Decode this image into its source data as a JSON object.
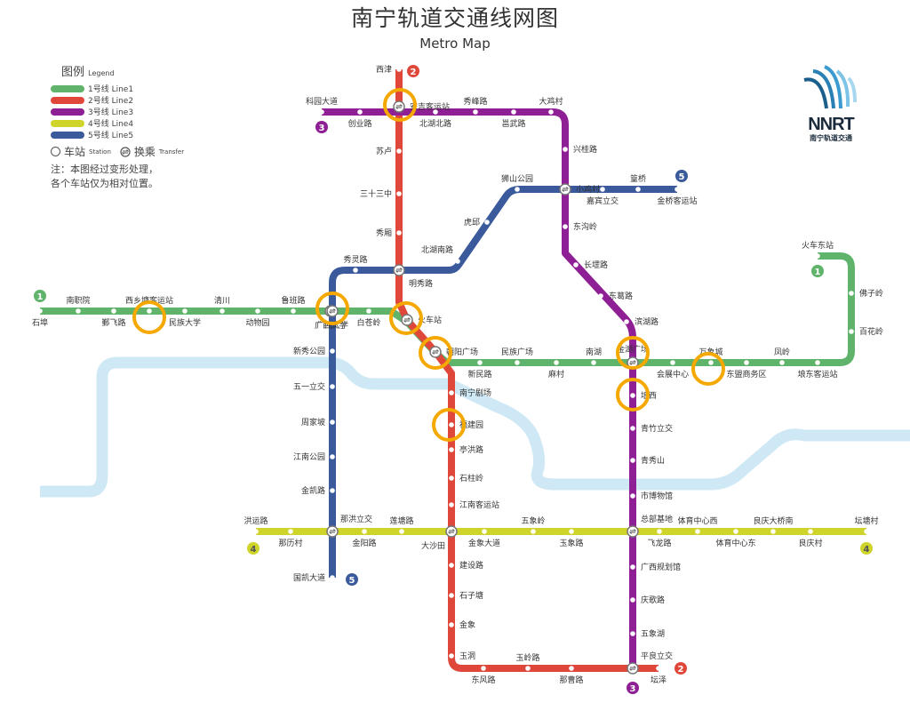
{
  "header": {
    "title": "南宁轨道交通线网图",
    "subtitle": "Metro Map"
  },
  "legend": {
    "title": "图例",
    "title_en": "Legend",
    "lines": [
      {
        "label": "1号线 Line1",
        "color": "#5fb36a"
      },
      {
        "label": "2号线 Line2",
        "color": "#e0473b"
      },
      {
        "label": "3号线 Line3",
        "color": "#8e1f95"
      },
      {
        "label": "4号线 Line4",
        "color": "#cfd42b"
      },
      {
        "label": "5号线 Line5",
        "color": "#3a5a9c"
      }
    ],
    "station": "车站",
    "station_en": "Station",
    "transfer": "换乘",
    "transfer_en": "Transfer",
    "note1": "注：本图经过变形处理，",
    "note2": "各个车站仅为相对位置。"
  },
  "logo": {
    "text": "NNRT",
    "cn": "南宁轨道交通"
  },
  "river_color": "#cfe8f5",
  "highlight_color": "#f5a800",
  "lines": [
    {
      "number": "1",
      "color": "#5fb36a",
      "stations": [
        "石埠",
        "南职院",
        "鄞飞路",
        "西乡塘客运站",
        "民族大学",
        "清川",
        "动物园",
        "鲁班路",
        "广西大学",
        "白苍岭",
        "火车站",
        "朝阳广场",
        "新民路",
        "民族广场",
        "麻村",
        "南湖",
        "金湖广场",
        "会展中心",
        "万象城",
        "东盟商务区",
        "凤岭",
        "埌东客运站",
        "百花岭",
        "佛子岭",
        "火车东站"
      ]
    },
    {
      "number": "2",
      "color": "#e0473b",
      "stations": [
        "西津",
        "安吉客运站",
        "苏卢",
        "三十三中",
        "秀厢",
        "明秀路",
        "火车站",
        "朝阳广场",
        "南宁剧场",
        "福建园",
        "亭洪路",
        "石柱岭",
        "江南客运站",
        "大沙田",
        "建设路",
        "石子塘",
        "金象",
        "玉洞",
        "东风路",
        "玉岭路",
        "那曹路",
        "平良立交",
        "坛泽"
      ]
    },
    {
      "number": "3",
      "color": "#8e1f95",
      "stations": [
        "科园大道",
        "创业路",
        "安吉客运站",
        "北湖北路",
        "秀峰路",
        "邕武路",
        "大鸡村",
        "兴桂路",
        "小鸡村",
        "东沟岭",
        "长堽路",
        "东葛路",
        "滨湖路",
        "金湖广场",
        "埌西",
        "青竹立交",
        "青秀山",
        "市博物馆",
        "总部基地",
        "广西规划馆",
        "庆歌路",
        "五象湖",
        "平良立交"
      ]
    },
    {
      "number": "4",
      "color": "#cfd42b",
      "stations": [
        "洪运路",
        "那历村",
        "那洪立交",
        "金阳路",
        "莲塘路",
        "大沙田",
        "金象大道",
        "五象岭",
        "玉象路",
        "总部基地",
        "飞龙路",
        "体育中心西",
        "体育中心东",
        "良庆大桥南",
        "良庆村",
        "坛塘村"
      ]
    },
    {
      "number": "5",
      "color": "#3a5a9c",
      "stations": [
        "国凯大道",
        "那洪立交",
        "金凯路",
        "江南公园",
        "周家坡",
        "五一立交",
        "新秀公园",
        "广西大学",
        "秀灵路",
        "明秀路",
        "北湖南路",
        "虎邱",
        "狮山公园",
        "小鸡村",
        "嘉宾立交",
        "篁桥",
        "金桥客运站"
      ]
    }
  ]
}
